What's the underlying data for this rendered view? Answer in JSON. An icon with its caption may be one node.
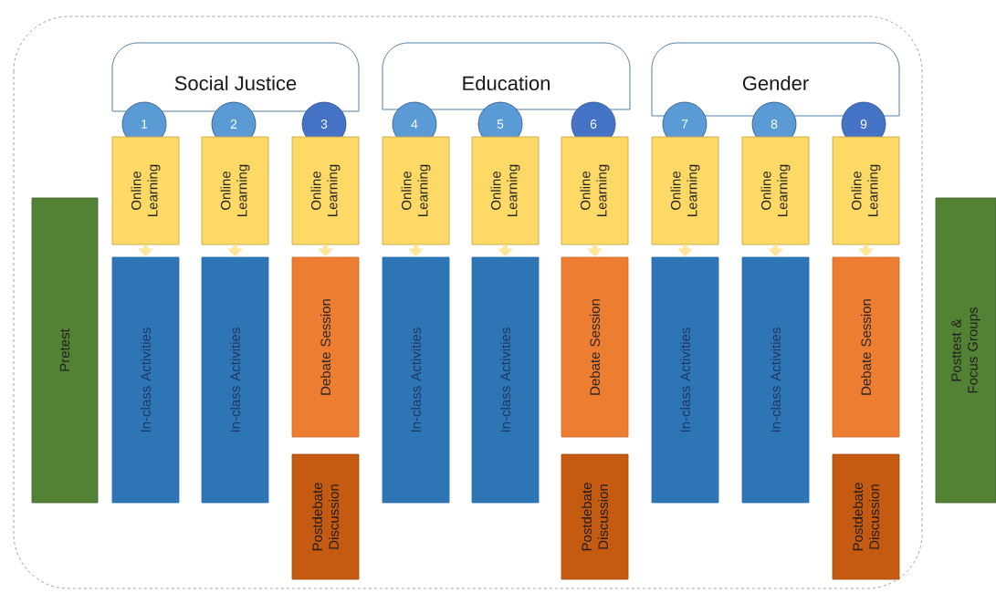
{
  "diagram": {
    "nodes": [
      {
        "text": [
          "Pretest"
        ]
      },
      {
        "text": [
          "Social Justice"
        ]
      },
      {
        "text": [
          "Education"
        ]
      },
      {
        "text": [
          "Gender"
        ]
      },
      {
        "text": [
          "1"
        ]
      },
      {
        "text": [
          "2"
        ]
      },
      {
        "text": [
          "3"
        ]
      },
      {
        "text": [
          "4"
        ]
      },
      {
        "text": [
          "5"
        ]
      },
      {
        "text": [
          "6"
        ]
      },
      {
        "text": [
          "7"
        ]
      },
      {
        "text": [
          "8"
        ]
      },
      {
        "text": [
          "9"
        ]
      },
      {
        "text": [
          "Online Learning"
        ]
      },
      {
        "text": [
          "In-class Activities"
        ]
      },
      {
        "text": [
          "Online Learning"
        ]
      },
      {
        "text": [
          "In-class Activities"
        ]
      },
      {
        "text": [
          "Online Learning"
        ]
      },
      {
        "text": [
          "Debate Session"
        ]
      },
      {
        "text": [
          "Postdebate Discussion"
        ]
      },
      {
        "text": [
          "Online Learning"
        ]
      },
      {
        "text": [
          "In-class Activities"
        ]
      },
      {
        "text": [
          "Online Learning"
        ]
      },
      {
        "text": [
          "In-class Activities"
        ]
      },
      {
        "text": [
          "Online Learning"
        ]
      },
      {
        "text": [
          "Debate Session"
        ]
      },
      {
        "text": [
          "Postdebate Discussion"
        ]
      },
      {
        "text": [
          "Online Learning"
        ]
      },
      {
        "text": [
          "In-class Activities"
        ]
      },
      {
        "text": [
          "Online Learning"
        ]
      },
      {
        "text": [
          "In-class Activities"
        ]
      },
      {
        "text": [
          "Online Learning"
        ]
      },
      {
        "text": [
          "Debate Session"
        ]
      },
      {
        "text": [
          "Postdebate Discussion"
        ]
      },
      {
        "text": [
          "Posttest & Focus Groups"
        ]
      }
    ],
    "edges": [
      {
        "from": 13,
        "to": 14,
        "arrow": "to"
      },
      {
        "from": 15,
        "to": 16,
        "arrow": "to"
      },
      {
        "from": 17,
        "to": 18,
        "arrow": "to"
      },
      {
        "from": 20,
        "to": 21,
        "arrow": "to"
      },
      {
        "from": 22,
        "to": 23,
        "arrow": "to"
      },
      {
        "from": 24,
        "to": 25,
        "arrow": "to"
      },
      {
        "from": 27,
        "to": 28,
        "arrow": "to"
      },
      {
        "from": 29,
        "to": 30,
        "arrow": "to"
      },
      {
        "from": 31,
        "to": 32,
        "arrow": "to"
      }
    ]
  }
}
